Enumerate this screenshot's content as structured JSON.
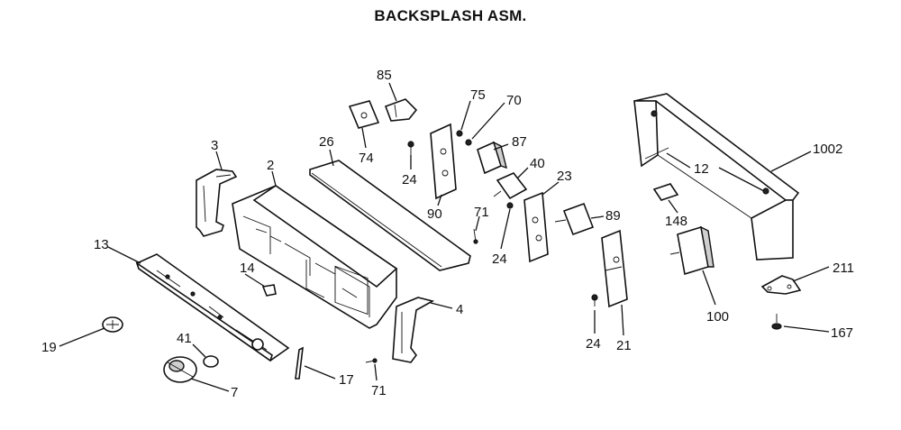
{
  "title": "BACKSPLASH ASM.",
  "callouts": {
    "c85": "85",
    "c75": "75",
    "c70": "70",
    "c87": "87",
    "c3": "3",
    "c26": "26",
    "c74": "74",
    "c24a": "24",
    "c2": "2",
    "c40": "40",
    "c90": "90",
    "c23": "23",
    "c71a": "71",
    "c89": "89",
    "c24b": "24",
    "c1002": "1002",
    "c12": "12",
    "c148": "148",
    "c13": "13",
    "c14": "14",
    "c211": "211",
    "c4": "4",
    "c100": "100",
    "c167": "167",
    "c19": "19",
    "c41": "41",
    "c17": "17",
    "c7": "7",
    "c71b": "71",
    "c24c": "24",
    "c21": "21"
  }
}
